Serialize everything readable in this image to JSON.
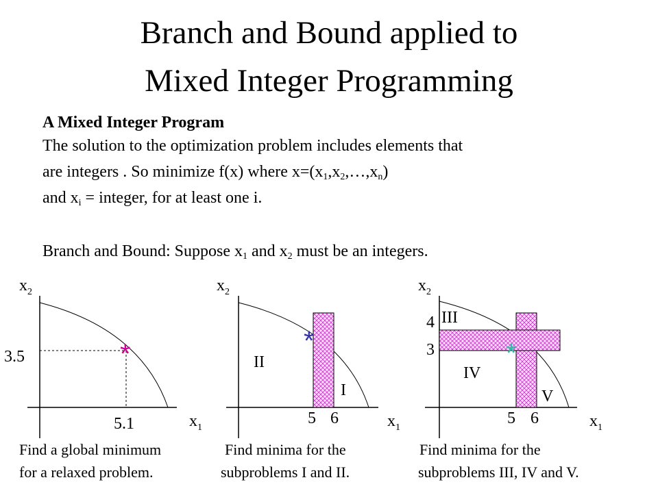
{
  "title": {
    "line1": "Branch and Bound applied to",
    "line2": "Mixed Integer Programming"
  },
  "intro": {
    "heading": "A Mixed Integer Program",
    "line1": "The solution to the optimization problem includes elements that",
    "line2_a": "are integers . So  minimize  f(x) where x=(x",
    "line2_s1": "1",
    "line2_b": ",x",
    "line2_s2": "2",
    "line2_c": ",…,x",
    "line2_s3": "n",
    "line2_d": ")",
    "line3_a": "and x",
    "line3_s": "i",
    "line3_b": " = integer, for at least one i.",
    "line4_a": "Branch and Bound:  Suppose x",
    "line4_s1": "1",
    "line4_b": " and x",
    "line4_s2": "2",
    "line4_c": " must be an integers."
  },
  "axis": {
    "x_base": "x",
    "x_sub": "1",
    "y_base": "x",
    "y_sub": "2"
  },
  "panel1": {
    "y_value": "3.5",
    "x_value": "5.1",
    "marker": "*",
    "caption_line1": "Find a global minimum",
    "caption_line2": "for a relaxed problem."
  },
  "panel2": {
    "region_left": "II",
    "region_right": "I",
    "tick1": "5",
    "tick2": "6",
    "marker": "*",
    "caption_line1": "Find minima for the",
    "caption_line2": "subproblems I and II."
  },
  "panel3": {
    "region_top": "III",
    "region_left": "IV",
    "region_right": "V",
    "ytick_upper": "4",
    "ytick_lower": "3",
    "tick1": "5",
    "tick2": "6",
    "marker": "*",
    "caption_line1": "Find minima for the",
    "caption_line2": "subproblems III, IV and V."
  },
  "colors": {
    "marker_panel1": "#cc0099",
    "marker_panel2": "#3333aa",
    "marker_panel3": "#33bbaa",
    "hatch": "#cc33cc",
    "hatch_bg": "#ffd9ff"
  }
}
